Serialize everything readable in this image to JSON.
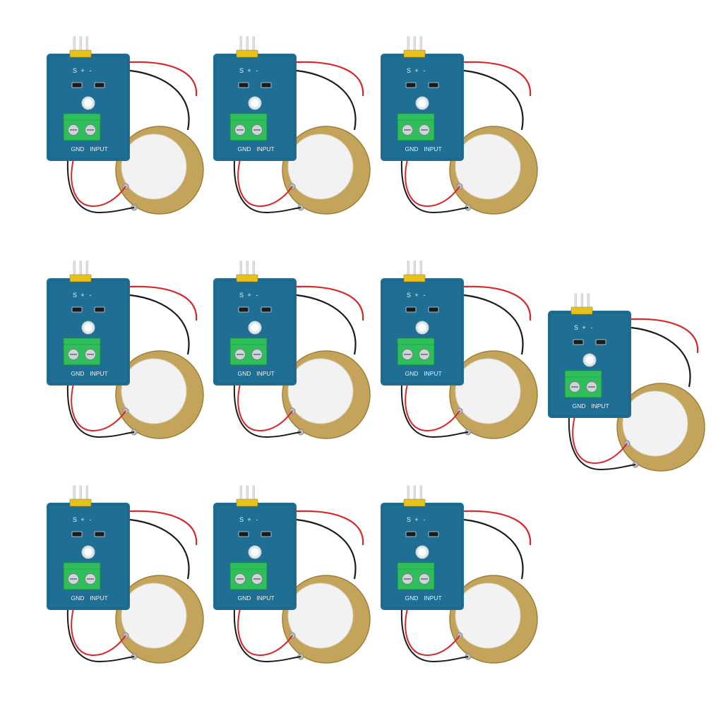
{
  "product": {
    "pin_labels": [
      "S",
      "+",
      "-"
    ],
    "terminal_labels": [
      "GND",
      "INPUT"
    ],
    "module_count": 10
  },
  "colors": {
    "background": "#ffffff",
    "pcb": "#1f6f94",
    "pcb_dark": "#175a7a",
    "header": "#e8c21c",
    "terminal": "#2fbf5a",
    "brass": "#c4a45a",
    "ceramic": "#f2f2f2",
    "wire_red": "#d8262a",
    "wire_black": "#1a1a1a"
  }
}
